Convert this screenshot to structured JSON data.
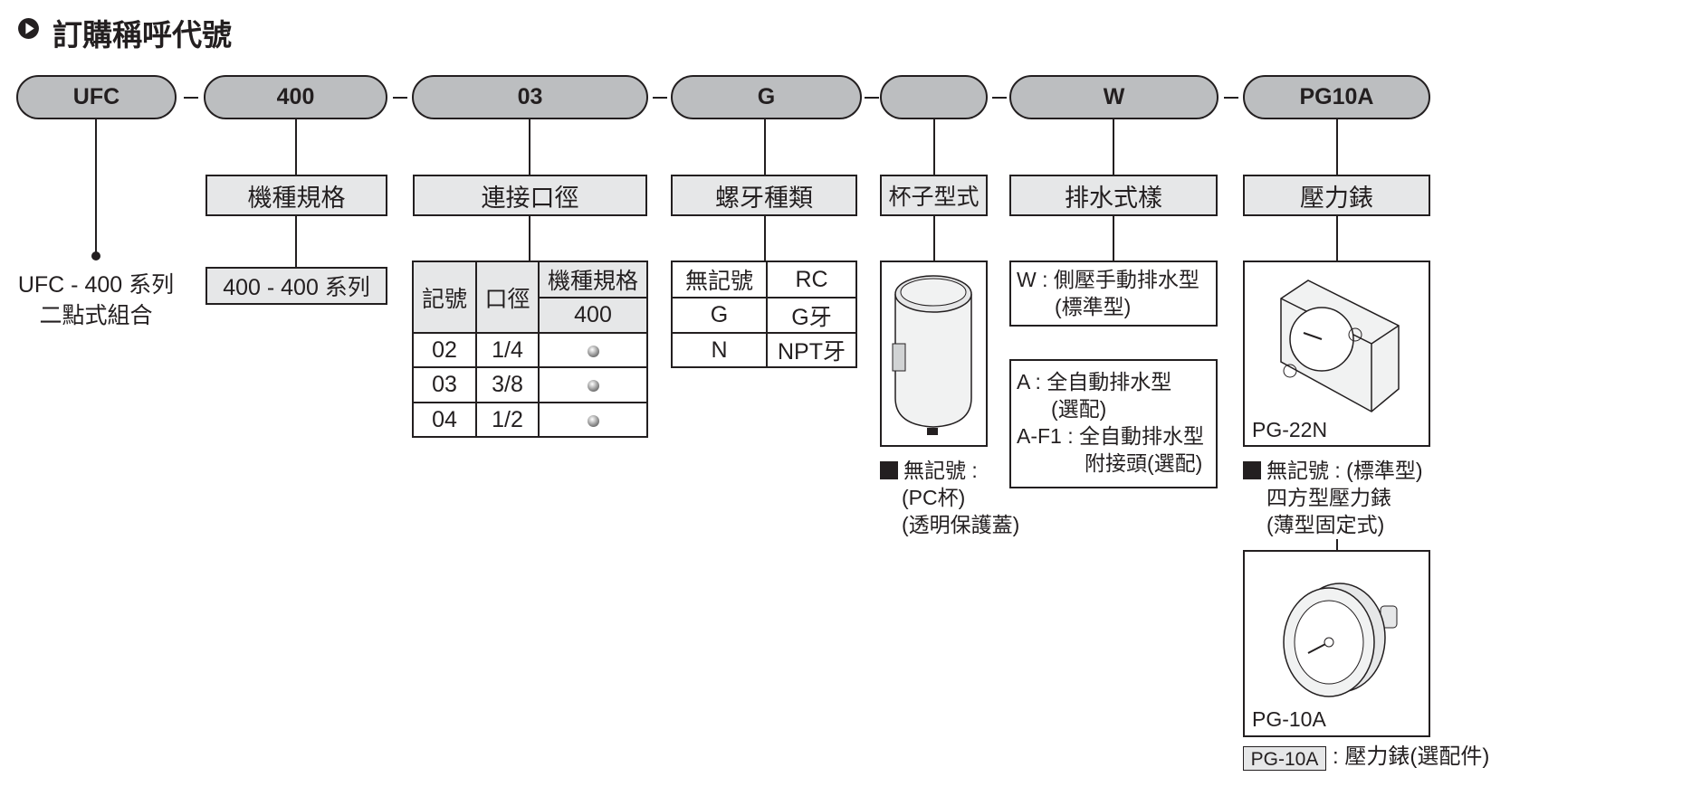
{
  "title": "訂購稱呼代號",
  "pills": [
    "UFC",
    "400",
    "03",
    "G",
    "",
    "W",
    "PG10A"
  ],
  "labels": {
    "model": "機種規格",
    "port": "連接口徑",
    "thread": "螺牙種類",
    "cup": "杯子型式",
    "drain": "排水式樣",
    "gauge": "壓力錶"
  },
  "ufc": {
    "line1": "UFC - 400 系列",
    "line2": "二點式組合"
  },
  "model_value": "400 - 400 系列",
  "port_table": {
    "headers": [
      "記號",
      "口徑",
      "機種規格",
      "400"
    ],
    "rows": [
      {
        "code": "02",
        "size": "1/4"
      },
      {
        "code": "03",
        "size": "3/8"
      },
      {
        "code": "04",
        "size": "1/2"
      }
    ]
  },
  "thread_table": {
    "rows": [
      [
        "無記號",
        "RC"
      ],
      [
        "G",
        "G牙"
      ],
      [
        "N",
        "NPT牙"
      ]
    ]
  },
  "cup": {
    "note1": "無記號 :",
    "note2": "(PC杯)",
    "note3": "(透明保護蓋)"
  },
  "drain": {
    "w1": "W : 側壓手動排水型",
    "w2": "(標準型)",
    "a1": "A : 全自動排水型",
    "a2": "(選配)",
    "af1": "A-F1 : 全自動排水型",
    "af2": "附接頭(選配)"
  },
  "gauge": {
    "img1_label": "PG-22N",
    "note1": "無記號 : (標準型)",
    "note2": "四方型壓力錶",
    "note3": "(薄型固定式)",
    "img2_label": "PG-10A",
    "legend_code": "PG-10A",
    "legend_text": ": 壓力錶(選配件)"
  }
}
